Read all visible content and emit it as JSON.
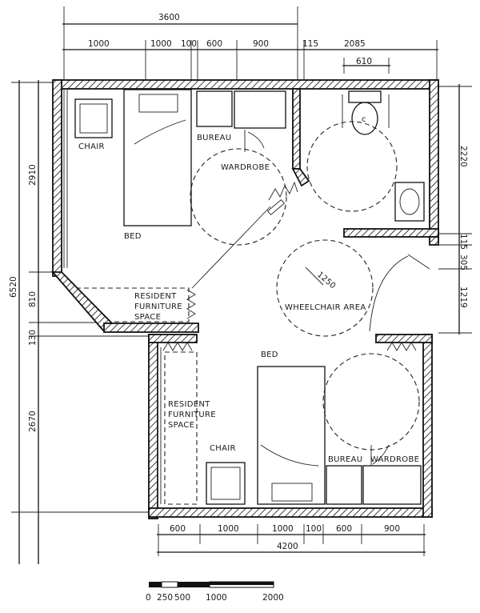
{
  "top_dimensions": {
    "overall": "3600",
    "segments": [
      "1000",
      "1000",
      "100",
      "600",
      "900",
      "115",
      "2085"
    ],
    "toilet_width": "610"
  },
  "bottom_dimensions": {
    "segments": [
      "600",
      "1000",
      "1000",
      "100",
      "600",
      "900"
    ],
    "overall": "4200"
  },
  "left_dimensions": {
    "overall": "6520",
    "upper_room": "2910",
    "angled_section": "810",
    "partition": "130",
    "lower_room": "2670"
  },
  "right_dimensions": {
    "bathroom": "2220",
    "wall": "115",
    "door_offset": "305",
    "wheelchair_zone": "1219"
  },
  "room_labels": {
    "chair_upper": "CHAIR",
    "bed_upper": "BED",
    "bureau_upper": "BUREAU",
    "wardrobe_upper": "WARDROBE",
    "resident_furniture_upper": [
      "RESIDENT",
      "FURNITURE",
      "SPACE"
    ],
    "wheelchair_area": "WHEELCHAIR AREA",
    "turning_diameter": "1250",
    "bed_lower": "BED",
    "resident_furniture_lower": [
      "RESIDENT",
      "FURNITURE",
      "SPACE"
    ],
    "chair_lower": "CHAIR",
    "bureau_lower": "BUREAU",
    "wardrobe_lower": "WARDROBE"
  },
  "scale_bar": {
    "ticks": [
      "0",
      "250",
      "500",
      "1000",
      "2000"
    ]
  }
}
